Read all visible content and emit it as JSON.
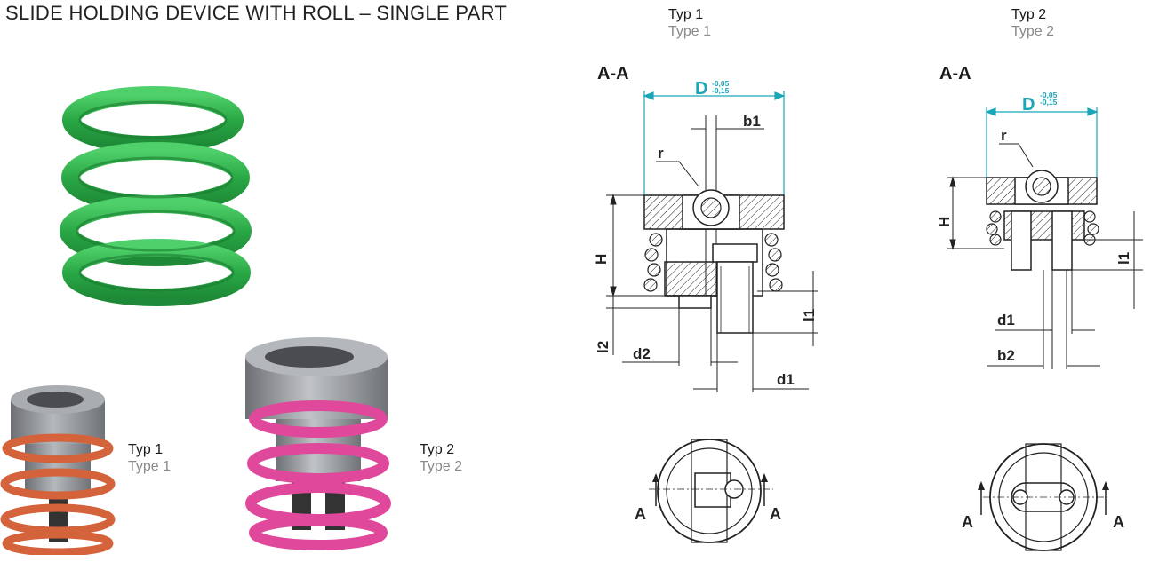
{
  "header": {
    "title": "SLIDE HOLDING DEVICE WITH ROLL – SINGLE PART"
  },
  "photo_labels": {
    "type1": {
      "de": "Typ 1",
      "en": "Type 1"
    },
    "type2": {
      "de": "Typ 2",
      "en": "Type 2"
    }
  },
  "drawing_type1": {
    "title_de": "Typ 1",
    "title_en": "Type 1",
    "section": "A-A",
    "dim_D": "D",
    "tol_upper": "-0,05",
    "tol_lower": "-0,15",
    "b1": "b1",
    "r": "r",
    "H": "H",
    "l2": "l2",
    "d2": "d2",
    "l1": "l1",
    "d1": "d1",
    "cut_left": "A",
    "cut_right": "A"
  },
  "drawing_type2": {
    "title_de": "Typ 2",
    "title_en": "Type 2",
    "section": "A-A",
    "dim_D": "D",
    "tol_upper": "-0,05",
    "tol_lower": "-0,15",
    "r": "r",
    "H": "H",
    "l1": "l1",
    "d1": "d1",
    "b2": "b2",
    "cut_left": "A",
    "cut_right": "A"
  },
  "colors": {
    "dimension_accent": "#1aa6b7",
    "spring_green": "#2fb24a",
    "spring_orange": "#d4623a",
    "spring_pink": "#e0489b",
    "steel": "#8e9195"
  }
}
